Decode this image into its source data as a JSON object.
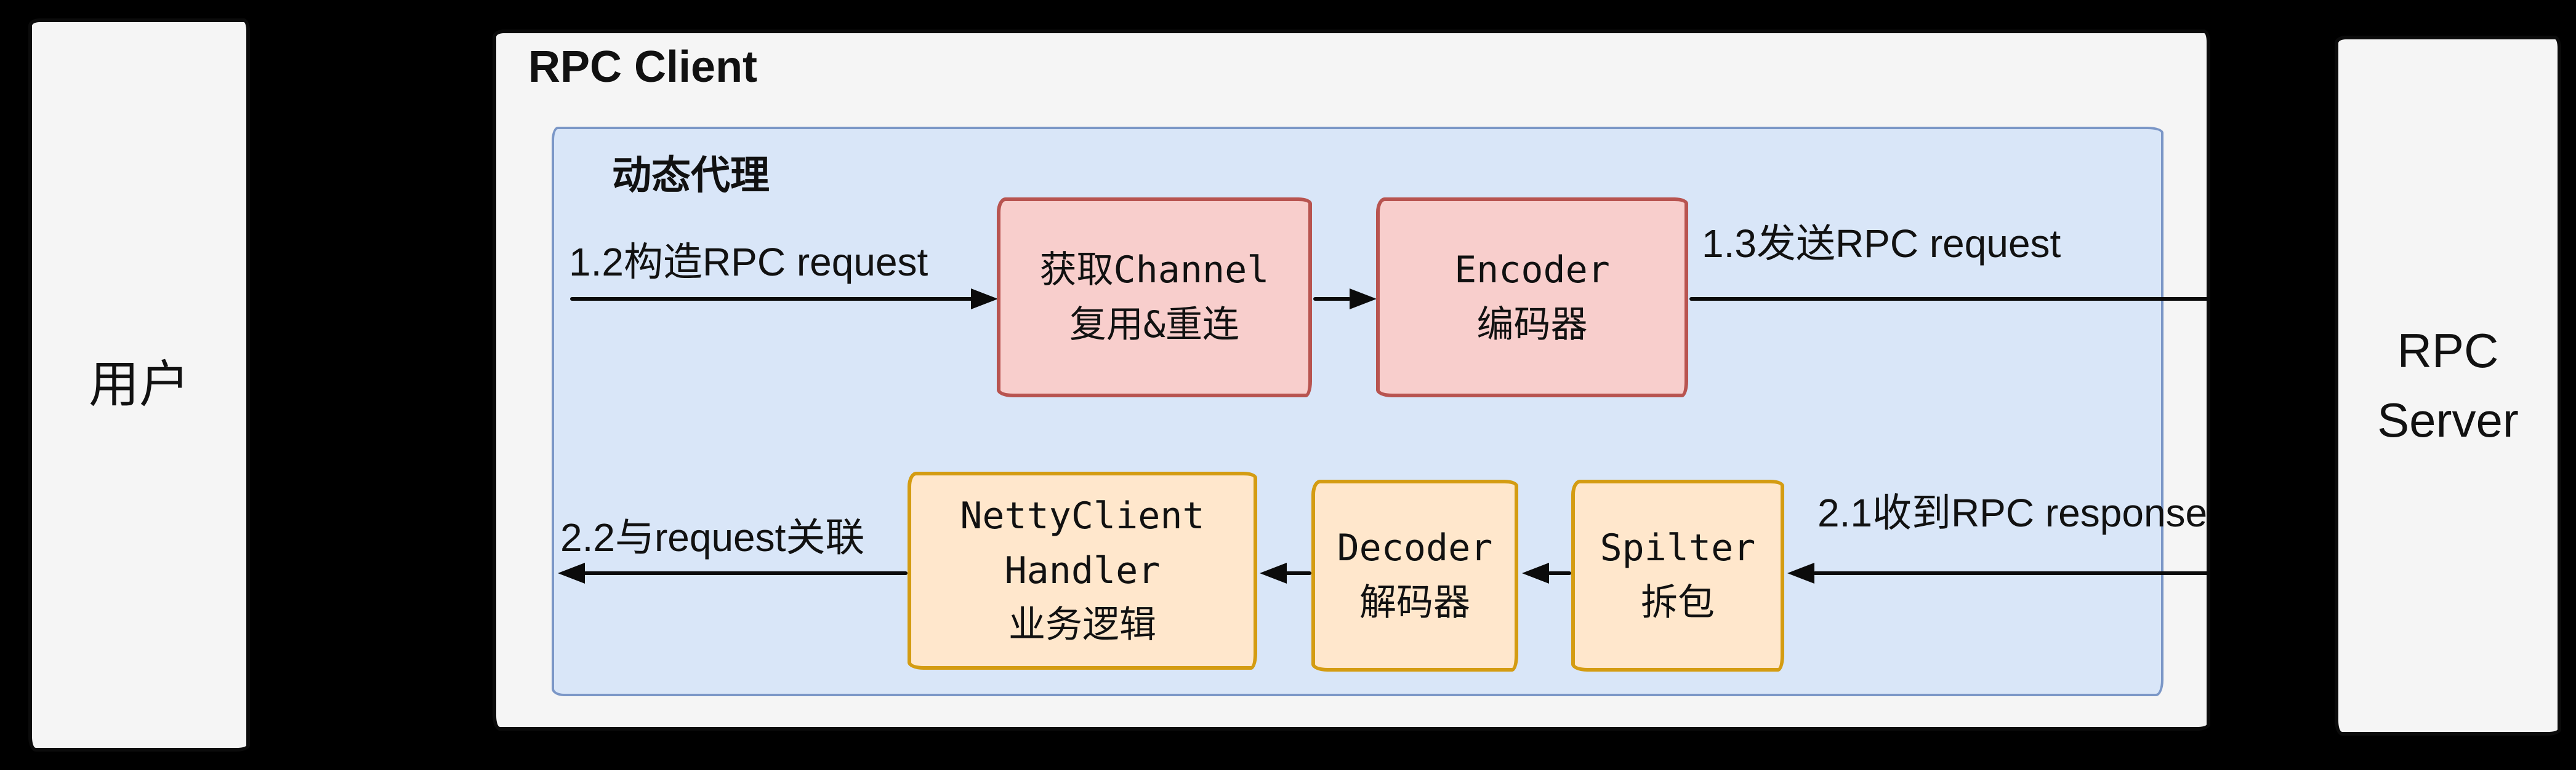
{
  "canvas": {
    "background": "#000000"
  },
  "colors": {
    "actor_fill": "#f5f5f5",
    "actor_stroke": "#0b0b0b",
    "proxy_fill": "#d9e6f8",
    "proxy_stroke": "#7b97c7",
    "red_fill": "#f8cecc",
    "red_stroke": "#b85450",
    "orange_fill": "#ffe7cc",
    "orange_stroke": "#d49c12",
    "arrow": "#0b0b0b"
  },
  "user_box": {
    "label": "用户"
  },
  "client_box": {
    "title": "RPC Client"
  },
  "proxy_box": {
    "title": "动态代理"
  },
  "nodes": {
    "channel": {
      "line1": "获取Channel",
      "line2": "复用&重连"
    },
    "encoder": {
      "line1": "Encoder",
      "line2": "编码器"
    },
    "netty_handler": {
      "line1": "NettyClient",
      "line2": "Handler",
      "line3": "业务逻辑"
    },
    "decoder": {
      "line1": "Decoder",
      "line2": "解码器"
    },
    "spilter": {
      "line1": "Spilter",
      "line2": "拆包"
    }
  },
  "arrows": {
    "a12": "1.2构造RPC request",
    "a13": "1.3发送RPC request",
    "a21": "2.1收到RPC response",
    "a22": "2.2与request关联"
  },
  "server_box": {
    "line1": "RPC",
    "line2": "Server"
  }
}
